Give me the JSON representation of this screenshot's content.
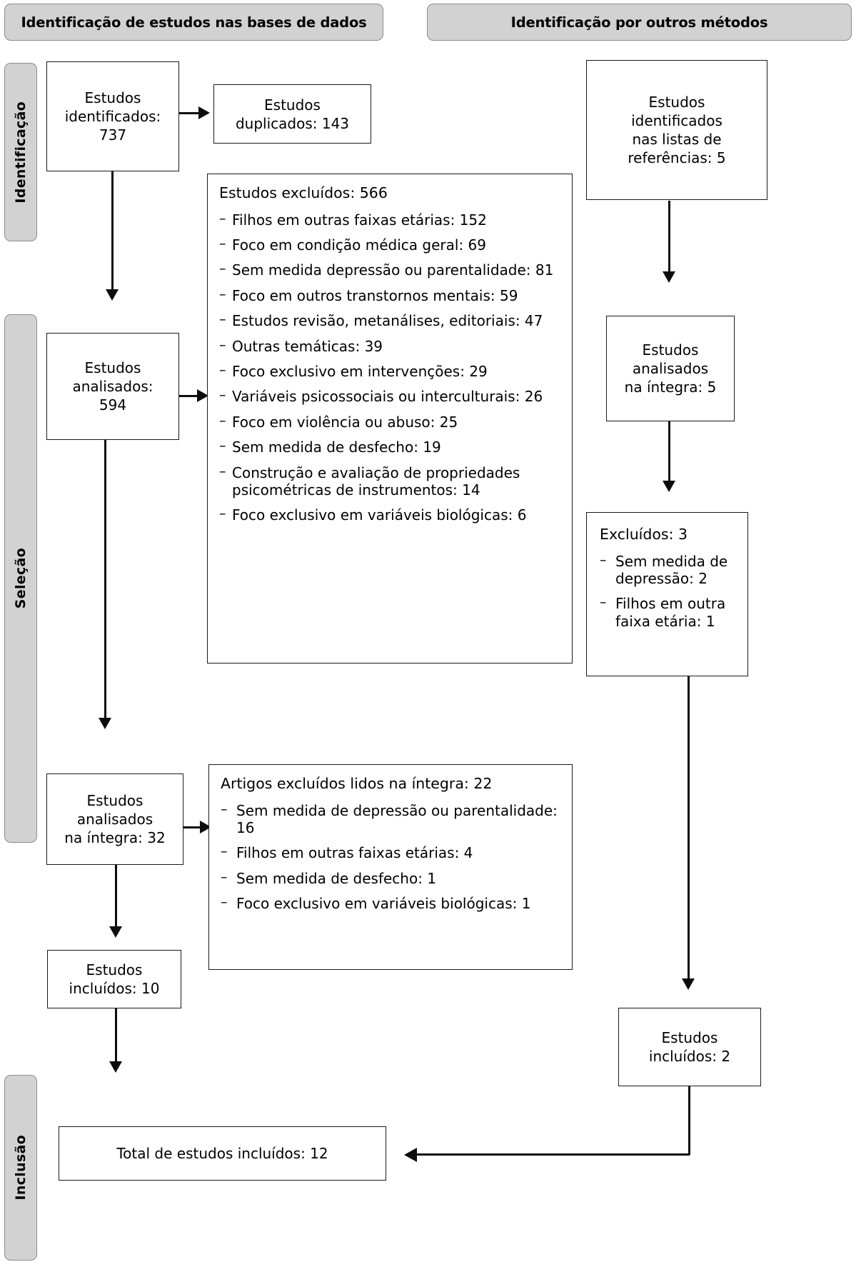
{
  "headers": {
    "databases": "Identificação de estudos nas bases de dados",
    "other_methods": "Identificação por outros métodos"
  },
  "stages": {
    "identification": "Identificação",
    "selection": "Seleção",
    "inclusion": "Inclusão"
  },
  "left_flow": {
    "identified": "Estudos\nidentificados:\n737",
    "duplicates": "Estudos\nduplicados: 143",
    "screened": "Estudos\nanalisados:\n594",
    "fulltext": "Estudos\nanalisados\nna íntegra: 32",
    "included": "Estudos\nincluídos: 10"
  },
  "right_flow": {
    "identified_refs": "Estudos\nidentificados\nnas listas de\nreferências: 5",
    "fulltext": "Estudos\nanalisados\nna íntegra: 5",
    "included": "Estudos\nincluídos: 2"
  },
  "excluded_records": {
    "title": "Estudos excluídos: 566",
    "items": [
      "Filhos em outras faixas etárias: 152",
      "Foco em condição médica geral: 69",
      "Sem medida depressão ou parentalidade: 81",
      "Foco em outros transtornos mentais: 59",
      "Estudos revisão, metanálises, editoriais: 47",
      "Outras temáticas: 39",
      "Foco exclusivo em intervenções: 29",
      "Variáveis psicossociais ou interculturais: 26",
      "Foco em violência ou abuso: 25",
      "Sem medida de desfecho: 19",
      "Construção e avaliação de propriedades psicométricas de instrumentos: 14",
      "Foco exclusivo em variáveis biológicas: 6"
    ]
  },
  "excluded_fulltext_left": {
    "title": "Artigos excluídos lidos na íntegra: 22",
    "items": [
      "Sem medida de depressão ou parentalidade: 16",
      "Filhos em outras faixas etárias: 4",
      "Sem medida de desfecho: 1",
      "Foco exclusivo em variáveis biológicas: 1"
    ]
  },
  "excluded_fulltext_right": {
    "title": "Excluídos: 3",
    "items": [
      "Sem medida de depressão: 2",
      "Filhos em outra faixa etária: 1"
    ]
  },
  "total": {
    "label": "Total de estudos incluídos: 12"
  },
  "colors": {
    "banner_fill": "#d2d2d2",
    "banner_border": "#8c8c8c",
    "box_border": "#1a1a1a",
    "arrow": "#0d0d0d",
    "text": "#000000"
  }
}
